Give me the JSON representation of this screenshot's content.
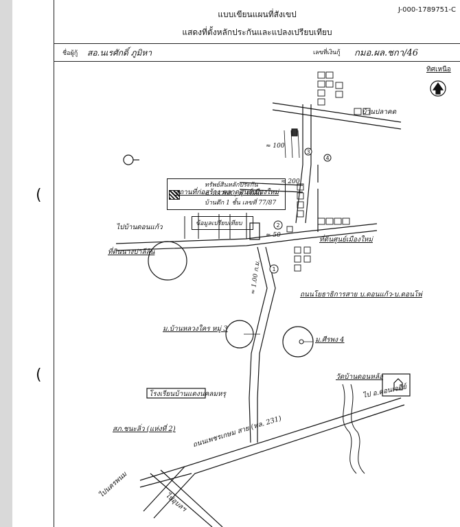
{
  "header": {
    "title_line1": "แบบเขียนแผนที่สังเขป",
    "title_line2": "แสดงที่ตั้งหลักประกันและแปลงเปรียบเทียบ",
    "doc_number": "J-000-1789751-C"
  },
  "subheader": {
    "owner_label": "ชื่อผู้กู้",
    "owner_name": "สอ.นเรศักดิ์ ภูมิหา",
    "deed_label": "เลขที่เงินกู้",
    "deed_number": "กมอ.ผล.ชกา/46"
  },
  "map": {
    "north_label": "ทิศเหนือ",
    "legend": {
      "collateral_line1": "ทรัพย์สินหลักประกัน",
      "collateral_line2": "ฉ. 83768 , ล. 1080",
      "collateral_line3": "บ้านตึก 1 ชั้น เลขที่ 77/87",
      "comparison_label": "ข้อมูลเปรียบเทียบ"
    },
    "labels": {
      "ban_plakod": "บ้านปลาคด",
      "dist_100": "≈ 100",
      "dist_200": "≈ 200",
      "dist_50": "≈ 50",
      "dist_1km": "≈ 1.00 ก.ม.",
      "construction_shop": "สถานที่ก่อสร้าง ตลาดศูนย์เมืองใหม่",
      "to_ban_khonkhaen": "ไปบ้านดอนแก้ว",
      "land_parchai": "ที่ดินนางปาลีลิน",
      "land_muangmai": "ที่ดินศูนย์เมืองใหม่",
      "road_name": "ถนนโยธาธิการสาย บ.ดอนแก้ว-บ.ดอนโพ่",
      "village_3": "ม.บ้านหลวงใคร หมู่ 3",
      "village_4": "ม.ศีรพง 4",
      "school": "โรงเรียนบ้านแดงนคลมหรุ",
      "temple": "วัดบ้านดอนหล้อ",
      "to_amphoe": "ไป อ.ดอนเจดีย์",
      "police_station": "สภ.ชนะลิ่ว (แห่งที่ 2)",
      "highway": "ถนนเพชรเกษม สาย (ทล. 231)",
      "to_nakhon": "ไปนครพนม",
      "to_ubon": "ไปอุบลฯ",
      "marker_1": "1",
      "marker_2": "2",
      "marker_3": "3",
      "marker_4": "4"
    }
  },
  "colors": {
    "ink": "#111111",
    "paper": "#ffffff",
    "gutter": "#d9d9d9"
  }
}
